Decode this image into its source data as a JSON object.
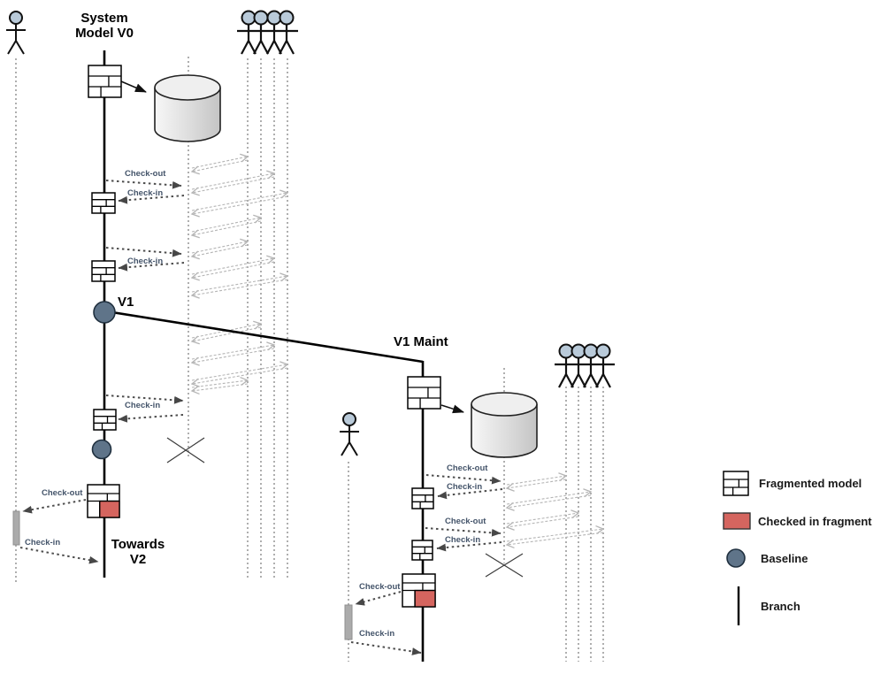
{
  "diagram": {
    "titles": {
      "system_model": "System\nModel V0",
      "v1": "V1",
      "v1_maint": "V1 Maint",
      "towards_v2": "Towards\nV2"
    },
    "labels": {
      "check_out": "Check-out",
      "check_in": "Check-in"
    },
    "legend": {
      "items": [
        {
          "label": "Fragmented model"
        },
        {
          "label": "Checked in fragment"
        },
        {
          "label": "Baseline"
        },
        {
          "label": "Branch"
        }
      ]
    },
    "colors": {
      "checked_in_fragment": "#d5655f",
      "baseline": "#5f7489",
      "actor_head": "#b9cad9",
      "label_text": "#44546a",
      "title_text": "#000000",
      "lifeline": "#9b9b9b",
      "bulk_arrow": "#b5b5b5",
      "message_arrow": "#4d4d4d",
      "branch": "#000000",
      "activation_bar": "#ababab",
      "database_fill": "#dcdcdc"
    }
  }
}
